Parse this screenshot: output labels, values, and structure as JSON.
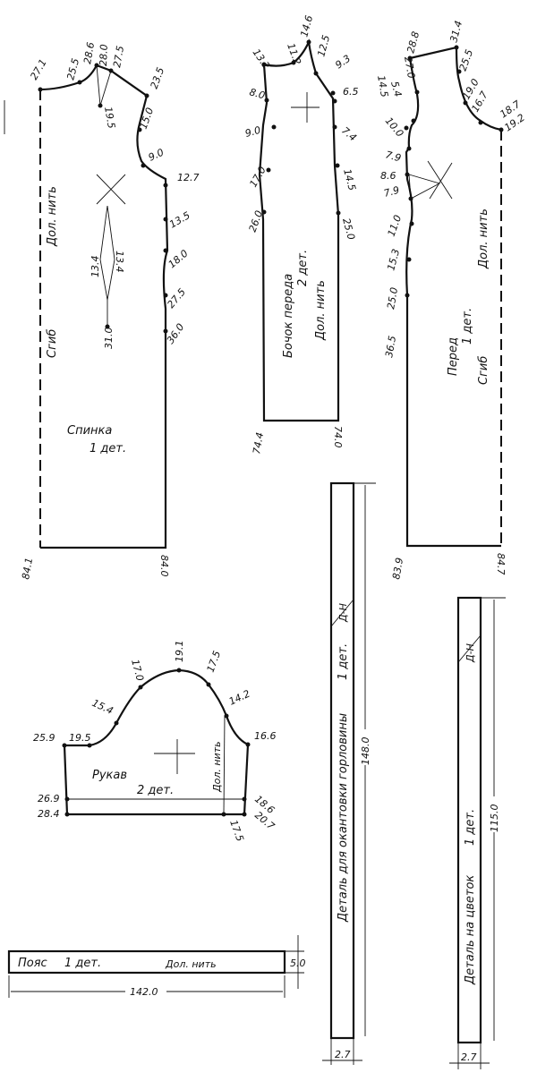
{
  "back": {
    "name": "Спинка",
    "count": "1 дет.",
    "fold": "Сгиб",
    "grain": "Дол. нить",
    "m": [
      "27.1",
      "25.5",
      "28.6",
      "28.0",
      "27.5",
      "19.5",
      "23.5",
      "15.0",
      "9.0",
      "12.7",
      "13.5",
      "18.0",
      "27.5",
      "36.0",
      "84.1",
      "84.0",
      "31.0",
      "13.4",
      "13.4"
    ]
  },
  "side_front": {
    "name": "Бочок переда",
    "count": "2 дет.",
    "grain": "Дол. нить",
    "m": [
      "13.2",
      "11.2",
      "14.6",
      "12.5",
      "9.3",
      "8.0",
      "6.5",
      "9.0",
      "7.4",
      "17.0",
      "14.5",
      "26.0",
      "25.0",
      "74.4",
      "74.0"
    ]
  },
  "front": {
    "name": "Перед",
    "count": "1 дет.",
    "fold": "Сгиб",
    "grain": "Дол. нить",
    "m": [
      "28.8",
      "31.4",
      "25.5",
      "27.0",
      "14.5",
      "5.4",
      "19.0",
      "16.7",
      "18.7",
      "19.2",
      "10.0",
      "7.9",
      "8.6",
      "7.9",
      "11.0",
      "15.3",
      "25.0",
      "36.5",
      "83.9",
      "84.7"
    ]
  },
  "sleeve": {
    "name": "Рукав",
    "count": "2 дет.",
    "grain": "Дол. нить",
    "m": [
      "25.9",
      "19.5",
      "15.4",
      "17.0",
      "19.1",
      "17.5",
      "14.2",
      "16.6",
      "26.9",
      "28.4",
      "18.6",
      "20.7",
      "17.5"
    ]
  },
  "belt": {
    "name": "Пояс",
    "count": "1 дет.",
    "grain": "Дол. нить",
    "width": "5.0",
    "length": "142.0"
  },
  "neck_strip": {
    "name": "Деталь для окантовки горловины",
    "count": "1 дет.",
    "grain": "Д-Н",
    "length": "148.0",
    "width": "2.7"
  },
  "flower_strip": {
    "name": "Деталь на цветок",
    "count": "1 дет.",
    "grain": "Д-Н",
    "length": "115.0",
    "width": "2.7"
  }
}
